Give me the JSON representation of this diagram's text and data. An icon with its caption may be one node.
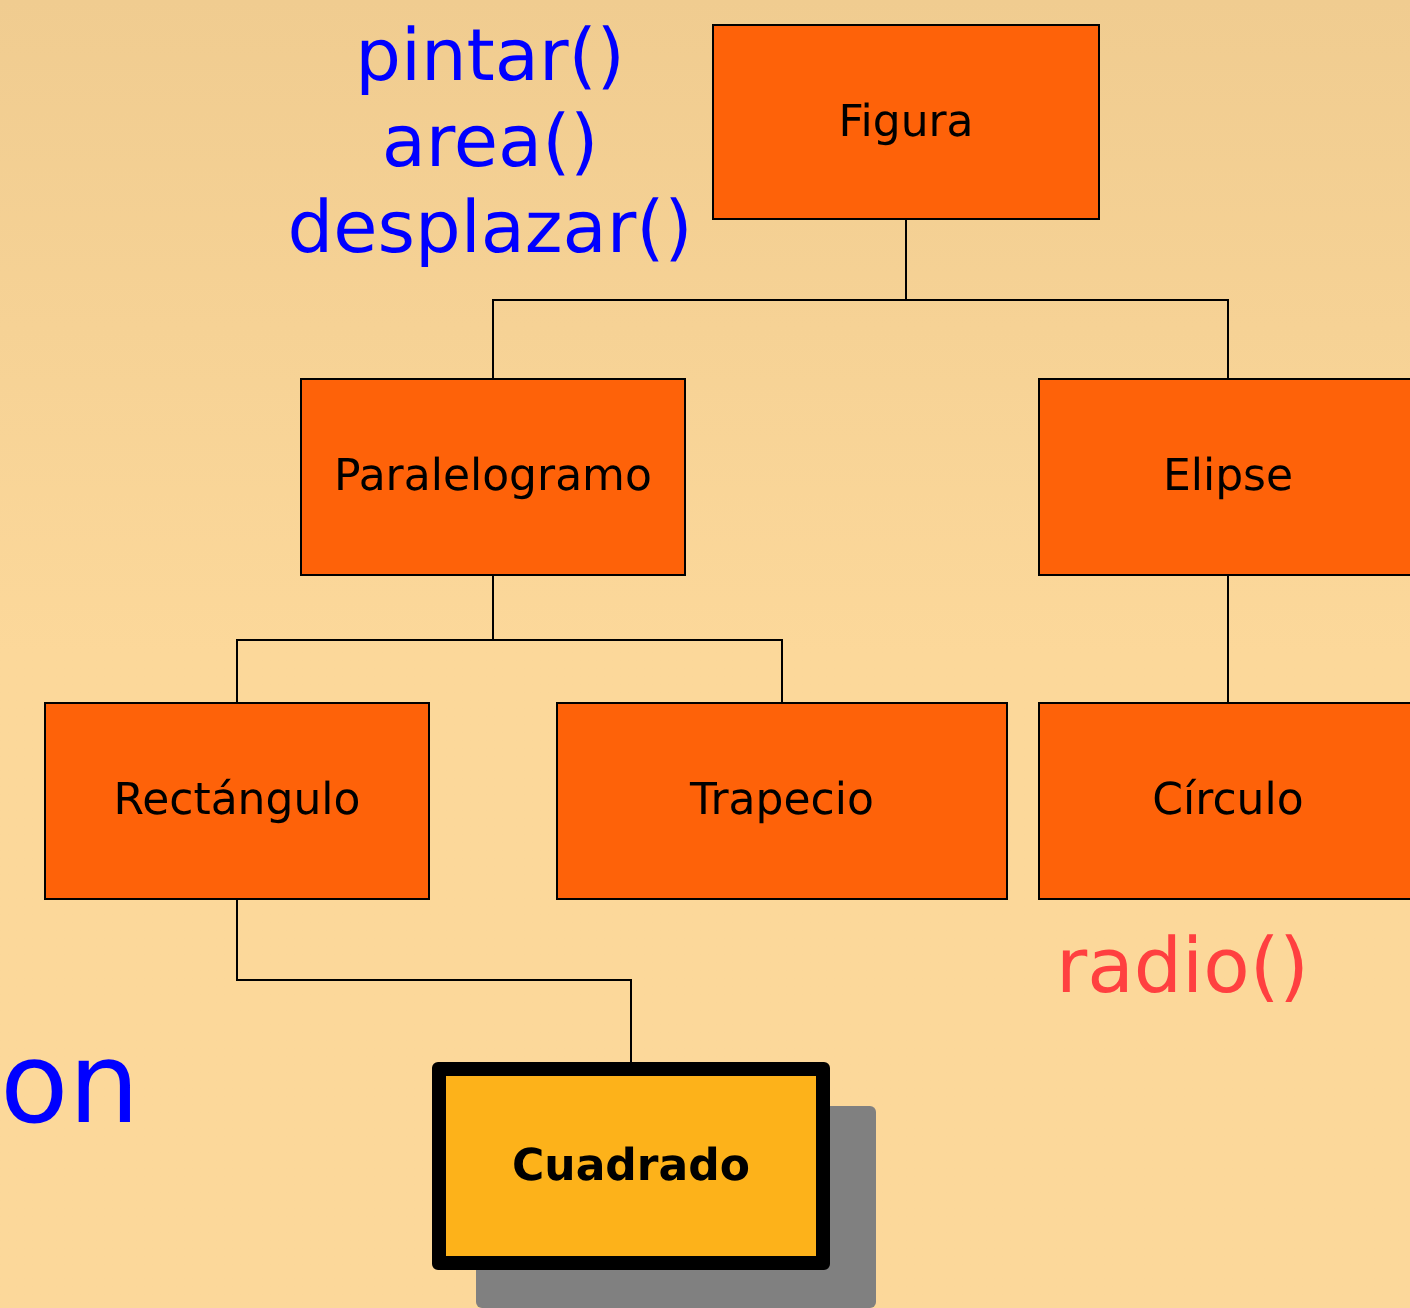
{
  "diagram": {
    "nodes": [
      {
        "text": [
          "Figura"
        ]
      },
      {
        "text": [
          "Paralelogramo"
        ]
      },
      {
        "text": [
          "Elipse"
        ]
      },
      {
        "text": [
          "Rectángulo"
        ]
      },
      {
        "text": [
          "Trapecio"
        ]
      },
      {
        "text": [
          "Círculo"
        ],
        "beside": [
          "radio()"
        ]
      },
      {
        "text": [
          "Cuadrado"
        ]
      }
    ],
    "edges": [
      {
        "from": 0,
        "to": 1,
        "arrow": "none"
      },
      {
        "from": 0,
        "to": 2,
        "arrow": "none"
      },
      {
        "from": 1,
        "to": 3,
        "arrow": "none"
      },
      {
        "from": 1,
        "to": 4,
        "arrow": "none"
      },
      {
        "from": 2,
        "to": 5,
        "arrow": "none"
      },
      {
        "from": 3,
        "to": 6,
        "arrow": "none"
      }
    ],
    "labels": [
      "pintar()",
      "area()",
      "desplazar()",
      "on"
    ]
  }
}
